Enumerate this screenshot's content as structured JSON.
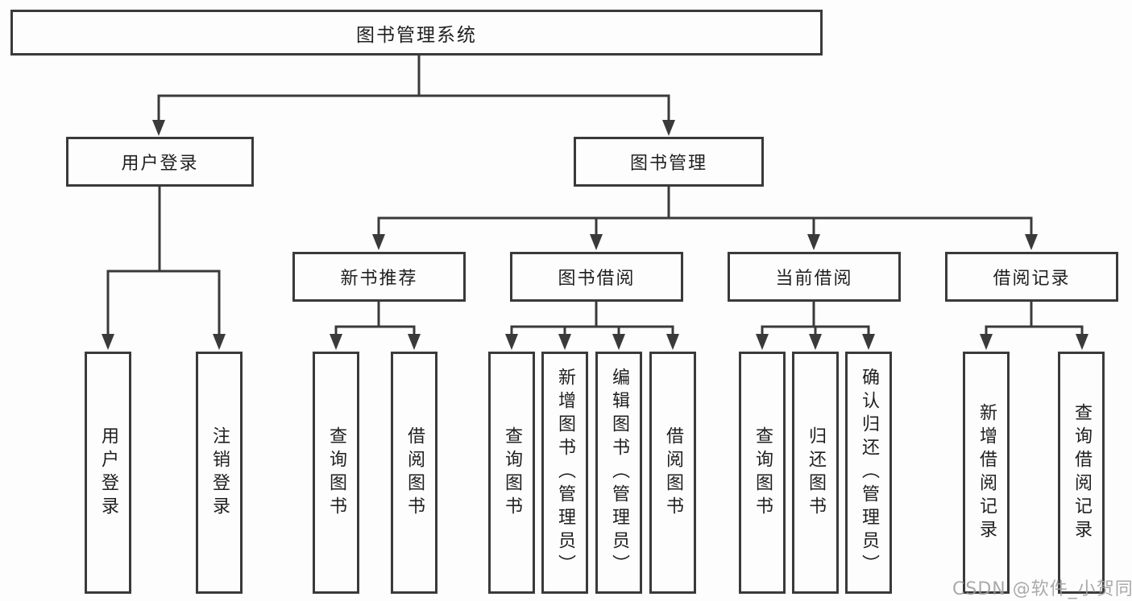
{
  "tree": {
    "root_label": "图书管理系统",
    "branches": [
      {
        "label": "用户登录",
        "children": [
          {
            "label": "用户登录"
          },
          {
            "label": "注销登录"
          }
        ]
      },
      {
        "label": "图书管理",
        "groups": [
          {
            "label": "新书推荐",
            "children": [
              {
                "label": "查询图书"
              },
              {
                "label": "借阅图书"
              }
            ]
          },
          {
            "label": "图书借阅",
            "children": [
              {
                "label": "查询图书"
              },
              {
                "label": "新增图书（管理员）"
              },
              {
                "label": "编辑图书（管理员）"
              },
              {
                "label": "借阅图书"
              }
            ]
          },
          {
            "label": "当前借阅",
            "children": [
              {
                "label": "查询图书"
              },
              {
                "label": "归还图书"
              },
              {
                "label": "确认归还（管理员）"
              }
            ]
          },
          {
            "label": "借阅记录",
            "children": [
              {
                "label": "新增借阅记录"
              },
              {
                "label": "查询借阅记录"
              }
            ]
          }
        ]
      }
    ]
  },
  "watermark": {
    "text": "CSDN @软件_小贺同学"
  },
  "colors": {
    "line": "#3a3a3a",
    "text": "#1f1f1f",
    "box_background": "#fdfdfd",
    "watermark": "#9e9e9e"
  }
}
